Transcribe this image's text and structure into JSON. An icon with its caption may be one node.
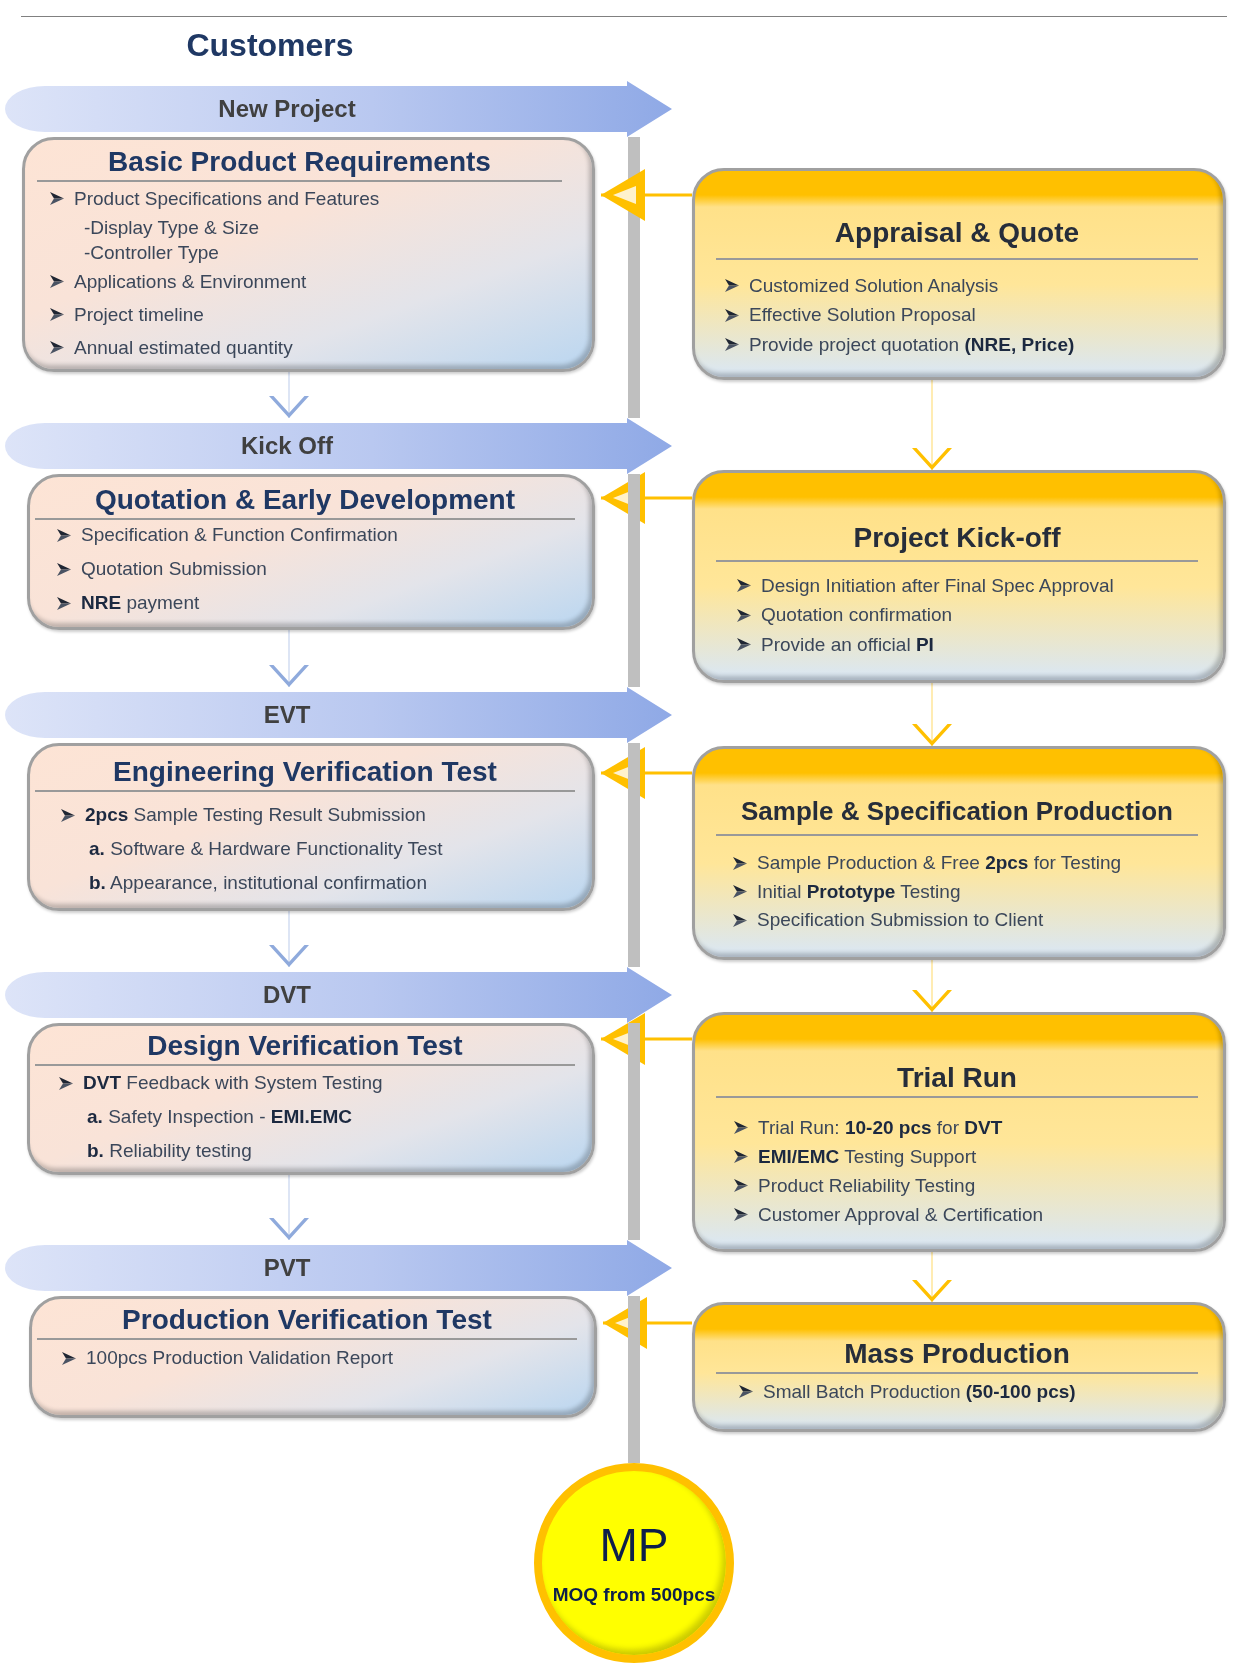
{
  "diagram": {
    "nodes": [
      {
        "text": [
          "New Project"
        ]
      },
      {
        "text": [
          "Basic Product Requirements",
          "Product Specifications and Features",
          "-Display Type & Size",
          "-Controller Type",
          "Applications & Environment",
          "Project timeline",
          "Annual estimated quantity"
        ]
      },
      {
        "text": [
          "Appraisal & Quote",
          "Customized Solution Analysis",
          "Effective Solution Proposal",
          "Provide project quotation **(NRE, Price)**"
        ]
      },
      {
        "text": [
          "Kick Off"
        ]
      },
      {
        "text": [
          "Quotation & Early Development",
          "Specification & Function Confirmation",
          "Quotation Submission",
          "**NRE** payment"
        ]
      },
      {
        "text": [
          "Project Kick-off",
          "Design Initiation after Final Spec Approval",
          "Quotation confirmation",
          "Provide an official **PI**"
        ]
      },
      {
        "text": [
          "EVT"
        ]
      },
      {
        "text": [
          "Engineering Verification Test",
          "**2pcs** Sample Testing Result Submission",
          "**a.** Software & Hardware Functionality Test",
          "**b.** Appearance, institutional confirmation"
        ]
      },
      {
        "text": [
          "Sample & Specification Production",
          "Sample Production & Free **2pcs** for Testing",
          "Initial **Prototype** Testing",
          "Specification Submission to Client"
        ]
      },
      {
        "text": [
          "DVT"
        ]
      },
      {
        "text": [
          "Design Verification Test",
          "**DVT** Feedback with System Testing",
          "**a.** Safety Inspection - **EMI.EMC**",
          "**b.** Reliability testing"
        ]
      },
      {
        "text": [
          "Trial Run",
          "Trial Run: **10-20 pcs** for **DVT**",
          "**EMI/EMC** Testing Support",
          "Product Reliability Testing",
          "Customer Approval & Certification"
        ]
      },
      {
        "text": [
          "PVT"
        ]
      },
      {
        "text": [
          "Production Verification Test",
          "100pcs Production Validation Report"
        ]
      },
      {
        "text": [
          "Mass Production",
          "Small Batch Production **(50-100 pcs)**"
        ]
      },
      {
        "text": [
          "MP",
          "MOQ from 500pcs"
        ]
      }
    ],
    "edges": [
      {
        "from": 0,
        "to": 3,
        "arrow": "none",
        "style": "thick",
        "color": "#bfbfbf"
      },
      {
        "from": 2,
        "to": 1,
        "arrow": "to",
        "color": "#ffc000"
      },
      {
        "from": 1,
        "to": 3,
        "arrow": "to",
        "color": "#8faadc"
      },
      {
        "from": 2,
        "to": 5,
        "arrow": "to",
        "color": "#ffc000"
      },
      {
        "from": 5,
        "to": 4,
        "arrow": "to",
        "color": "#ffc000"
      },
      {
        "from": 3,
        "to": 6,
        "arrow": "none",
        "style": "thick",
        "color": "#bfbfbf"
      },
      {
        "from": 4,
        "to": 6,
        "arrow": "to",
        "color": "#8faadc"
      },
      {
        "from": 5,
        "to": 8,
        "arrow": "to",
        "color": "#ffc000"
      },
      {
        "from": 8,
        "to": 7,
        "arrow": "to",
        "color": "#ffc000"
      },
      {
        "from": 6,
        "to": 9,
        "arrow": "none",
        "style": "thick",
        "color": "#bfbfbf"
      },
      {
        "from": 7,
        "to": 9,
        "arrow": "to",
        "color": "#8faadc"
      },
      {
        "from": 8,
        "to": 11,
        "arrow": "to",
        "color": "#ffc000"
      },
      {
        "from": 11,
        "to": 10,
        "arrow": "to",
        "color": "#ffc000"
      },
      {
        "from": 9,
        "to": 12,
        "arrow": "none",
        "style": "thick",
        "color": "#bfbfbf"
      },
      {
        "from": 10,
        "to": 12,
        "arrow": "to",
        "color": "#8faadc"
      },
      {
        "from": 11,
        "to": 14,
        "arrow": "to",
        "color": "#ffc000"
      },
      {
        "from": 14,
        "to": 13,
        "arrow": "to",
        "color": "#ffc000"
      },
      {
        "from": 12,
        "to": 15,
        "arrow": "none",
        "style": "thick",
        "color": "#bfbfbf"
      }
    ],
    "labels": [
      "Customers"
    ]
  }
}
